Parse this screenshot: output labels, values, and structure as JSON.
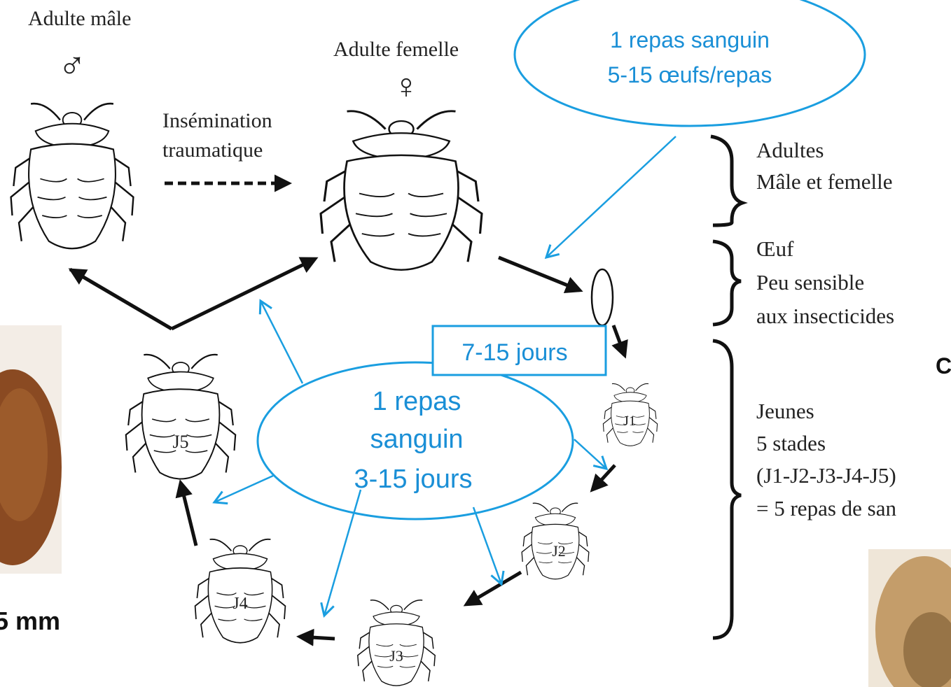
{
  "stages": {
    "male_title": "Adulte mâle",
    "male_symbol": "♂",
    "female_title": "Adulte femelle",
    "female_symbol": "♀",
    "insemination_line1": "Insémination",
    "insemination_line2": "traumatique",
    "j1": "J1",
    "j2": "J2",
    "j3": "J3",
    "j4": "J4",
    "j5": "J5"
  },
  "callouts": {
    "female_meal_line1": "1 repas sanguin",
    "female_meal_line2": "5-15 œufs/repas",
    "egg_duration": "7-15 jours",
    "nymph_meal_line1": "1 repas",
    "nymph_meal_line2": "sanguin",
    "nymph_meal_line3": "3-15 jours"
  },
  "side_notes": {
    "adults_line1": "Adultes",
    "adults_line2": "Mâle et femelle",
    "egg_line1": "Œuf",
    "egg_line2": "Peu sensible",
    "egg_line3": "aux insecticides",
    "young_line1": "Jeunes",
    "young_line2": "5 stades",
    "young_line3": "(J1-J2-J3-J4-J5)",
    "young_line4": "= 5 repas de san",
    "cut_letter": "C",
    "size_label": "5 mm"
  },
  "colors": {
    "accent": "#1a9ee0",
    "ink": "#111111"
  }
}
